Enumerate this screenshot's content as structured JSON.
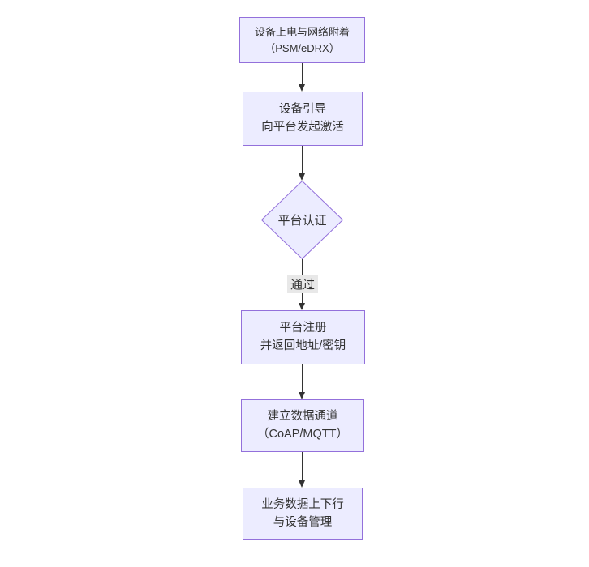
{
  "colors": {
    "node_fill": "#ECECFF",
    "node_border": "#9370DB",
    "edge": "#333333",
    "text": "#333333",
    "edge_label_bg": "#e8e8e8",
    "canvas_bg": "#ffffff"
  },
  "flowchart": {
    "type": "vertical-flow",
    "nodes": [
      {
        "id": "power-attach",
        "shape": "rect",
        "lines": [
          "设备上电与网络附着",
          "（PSM/eDRX）"
        ]
      },
      {
        "id": "bootstrap",
        "shape": "rect",
        "lines": [
          "设备引导",
          "向平台发起激活"
        ]
      },
      {
        "id": "platform-auth",
        "shape": "diamond",
        "lines": [
          "平台认证"
        ]
      },
      {
        "id": "platform-register",
        "shape": "rect",
        "lines": [
          "平台注册",
          "并返回地址/密钥"
        ]
      },
      {
        "id": "data-channel",
        "shape": "rect",
        "lines": [
          "建立数据通道",
          "（CoAP/MQTT）"
        ]
      },
      {
        "id": "business-data",
        "shape": "rect",
        "lines": [
          "业务数据上下行",
          "与设备管理"
        ]
      }
    ],
    "edges": [
      {
        "from": "power-attach",
        "to": "bootstrap",
        "label": ""
      },
      {
        "from": "bootstrap",
        "to": "platform-auth",
        "label": ""
      },
      {
        "from": "platform-auth",
        "to": "platform-register",
        "label": "通过"
      },
      {
        "from": "platform-register",
        "to": "data-channel",
        "label": ""
      },
      {
        "from": "data-channel",
        "to": "business-data",
        "label": ""
      }
    ]
  }
}
